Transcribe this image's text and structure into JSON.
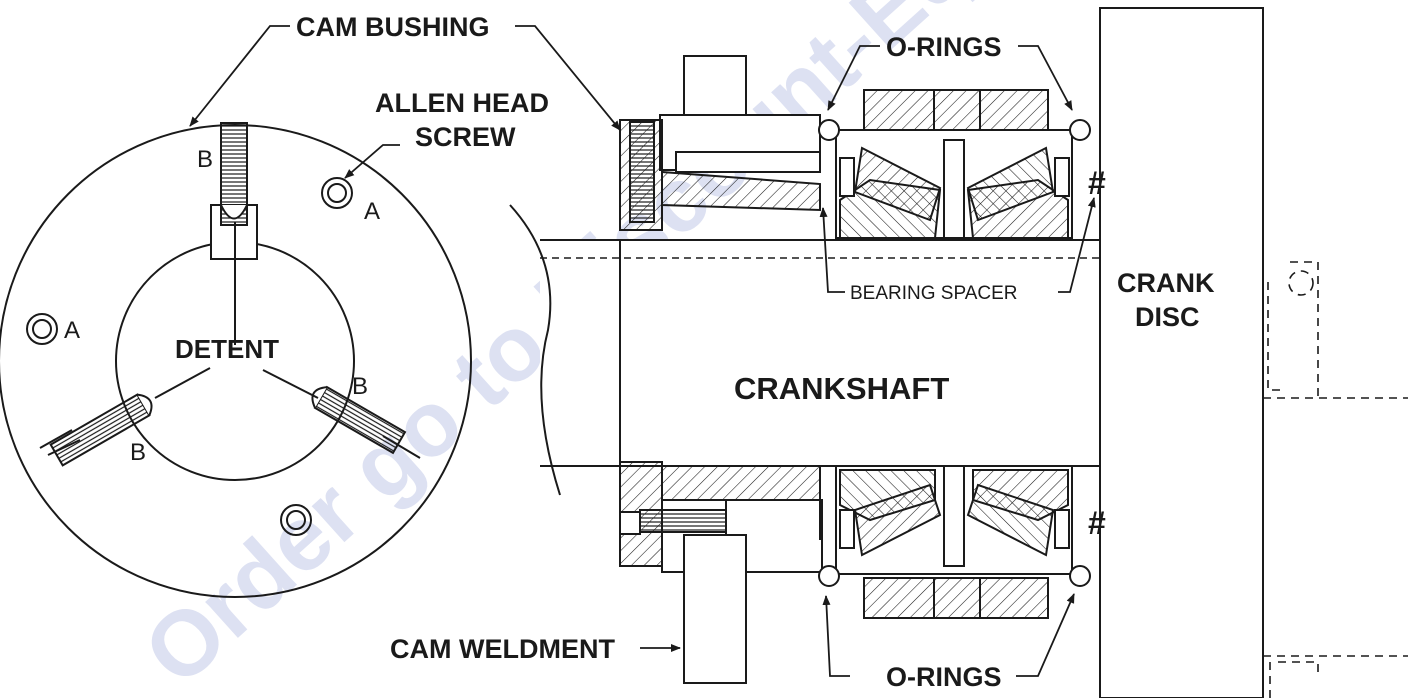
{
  "labels": {
    "cam_bushing": "CAM BUSHING",
    "allen_head_1": "ALLEN HEAD",
    "allen_head_2": "SCREW",
    "o_rings_top": "O-RINGS",
    "o_rings_bottom": "O-RINGS",
    "bearing_spacer": "BEARING SPACER",
    "crank_disc_1": "CRANK",
    "crank_disc_2": "DISC",
    "crankshaft": "CRANKSHAFT",
    "detent": "DETENT",
    "cam_weldment": "CAM WELDMENT",
    "hash_top": "#",
    "hash_bottom": "#",
    "a_right": "A",
    "a_left": "A",
    "b_top": "B",
    "b_left": "B",
    "b_right": "B"
  },
  "watermark": "Order go to Discount-Equipment.com",
  "colors": {
    "ink": "#1a1a1a",
    "watermark": "#dde1f2",
    "background": "#ffffff"
  }
}
